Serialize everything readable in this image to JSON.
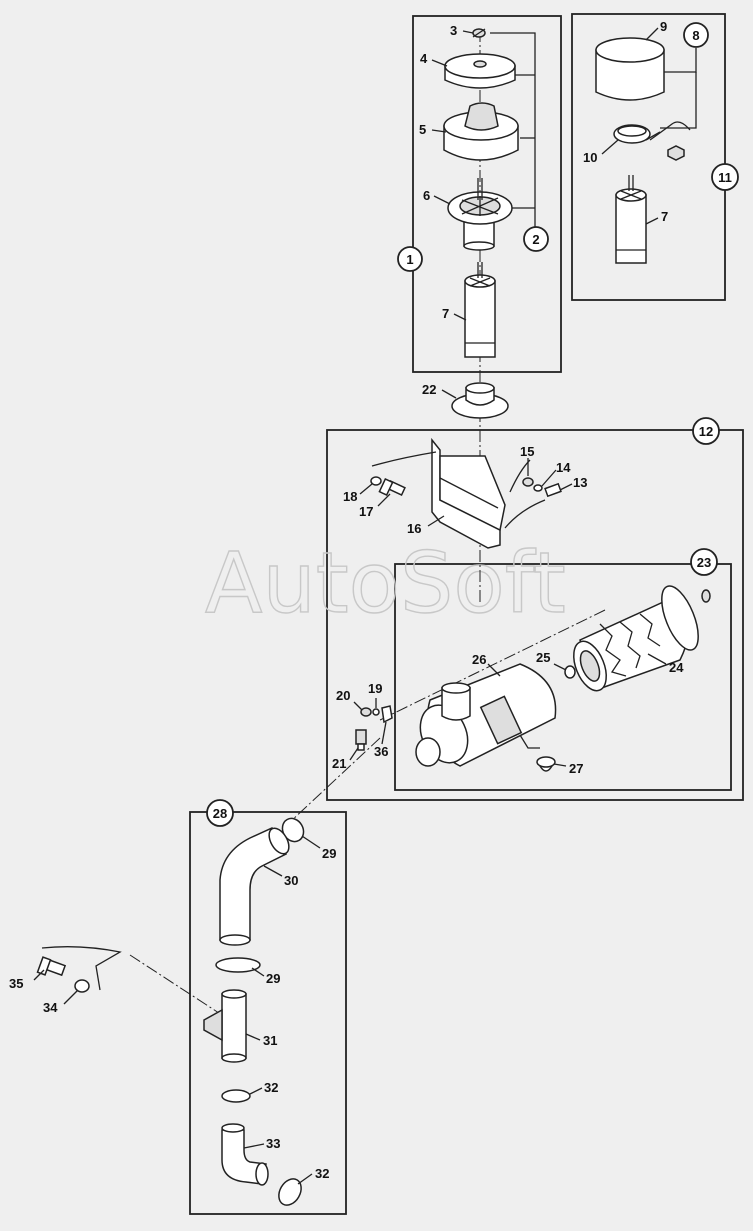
{
  "watermark": "AutoSoft",
  "callouts": [
    {
      "id": "c1",
      "text": "1"
    },
    {
      "id": "c2",
      "text": "2"
    },
    {
      "id": "c8",
      "text": "8"
    },
    {
      "id": "c11",
      "text": "11"
    },
    {
      "id": "c12",
      "text": "12"
    },
    {
      "id": "c23",
      "text": "23"
    },
    {
      "id": "c28",
      "text": "28"
    }
  ],
  "labels": [
    {
      "id": "l3",
      "text": "3"
    },
    {
      "id": "l4",
      "text": "4"
    },
    {
      "id": "l5",
      "text": "5"
    },
    {
      "id": "l6",
      "text": "6"
    },
    {
      "id": "l7a",
      "text": "7"
    },
    {
      "id": "l9",
      "text": "9"
    },
    {
      "id": "l10",
      "text": "10"
    },
    {
      "id": "l7b",
      "text": "7"
    },
    {
      "id": "l22",
      "text": "22"
    },
    {
      "id": "l15",
      "text": "15"
    },
    {
      "id": "l14",
      "text": "14"
    },
    {
      "id": "l13",
      "text": "13"
    },
    {
      "id": "l18",
      "text": "18"
    },
    {
      "id": "l17",
      "text": "17"
    },
    {
      "id": "l16",
      "text": "16"
    },
    {
      "id": "l26",
      "text": "26"
    },
    {
      "id": "l25",
      "text": "25"
    },
    {
      "id": "l24",
      "text": "24"
    },
    {
      "id": "l20",
      "text": "20"
    },
    {
      "id": "l19",
      "text": "19"
    },
    {
      "id": "l36",
      "text": "36"
    },
    {
      "id": "l21",
      "text": "21"
    },
    {
      "id": "l27",
      "text": "27"
    },
    {
      "id": "l29a",
      "text": "29"
    },
    {
      "id": "l30",
      "text": "30"
    },
    {
      "id": "l29b",
      "text": "29"
    },
    {
      "id": "l35",
      "text": "35"
    },
    {
      "id": "l34",
      "text": "34"
    },
    {
      "id": "l31",
      "text": "31"
    },
    {
      "id": "l32a",
      "text": "32"
    },
    {
      "id": "l33",
      "text": "33"
    },
    {
      "id": "l32b",
      "text": "32"
    }
  ]
}
